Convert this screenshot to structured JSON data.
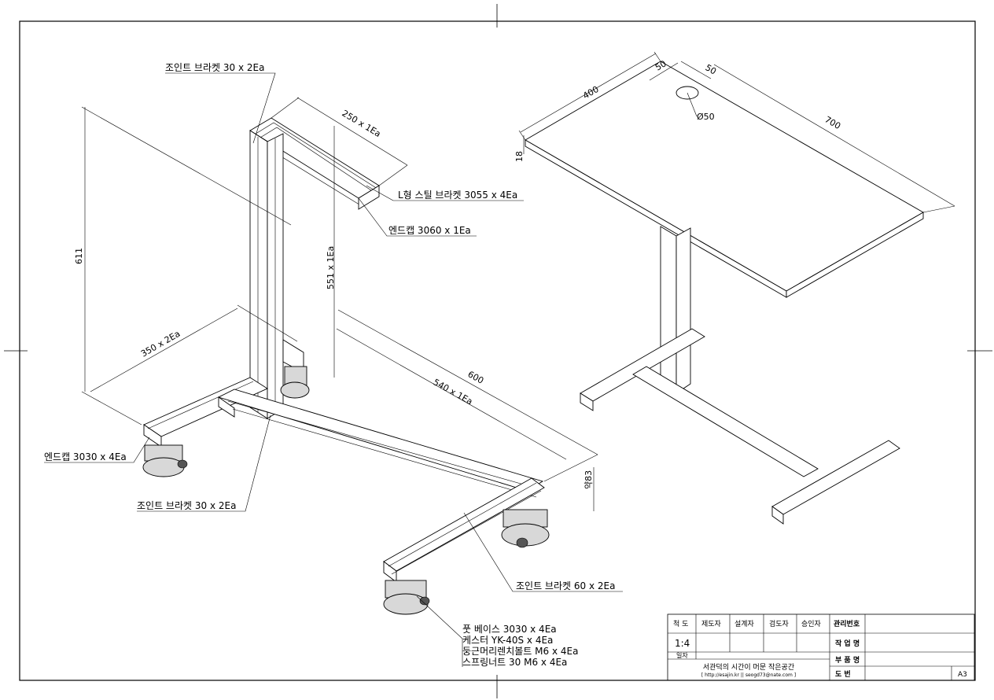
{
  "callouts": {
    "joint_bracket_top": "조인트 브라켓 30 x 2Ea",
    "l_bracket": "L형 스틸 브라켓 3055 x 4Ea",
    "endcap_3060": "엔드캡 3060 x 1Ea",
    "endcap_3030": "엔드캡 3030 x 4Ea",
    "joint_bracket_bottom": "조인트 브라켓 30 x 2Ea",
    "joint_bracket_60": "조인트 브라켓 60 x 2Ea",
    "foot_base": "풋 베이스 3030 x 4Ea",
    "caster": "케스터 YK-40S x 4Ea",
    "bolt": "둥근머리렌치볼트 M6 x 4Ea",
    "spring_nut": "스프링너트 30 M6 x 4Ea"
  },
  "dimensions": {
    "top_bar": "250 x 1Ea",
    "overall_height": "611",
    "column": "551 x 1Ea",
    "front_bar": "350 x 2Ea",
    "overall_length": "600",
    "long_bar": "540 x 1Ea",
    "caster_height": "약83",
    "table_width": "400",
    "hole_offset_a": "50",
    "hole_offset_b": "50",
    "hole_dia": "Ø50",
    "table_length": "700",
    "thickness": "18"
  },
  "title_block": {
    "scale_label": "척 도",
    "drafter": "제도자",
    "designer": "설계자",
    "reviewer": "검도자",
    "approver": "승인자",
    "mgmt_no": "관리번호",
    "scale_value": "1:4",
    "job_name": "작 업 명",
    "date_label": "일자",
    "part_name": "부 품 명",
    "company": "서관덕의 시간이 머문 작은공간",
    "contact": "[ http://esajin.kr || seogd73@nate.com ]",
    "drawing_no": "도 번",
    "sheet_size": "A3"
  }
}
